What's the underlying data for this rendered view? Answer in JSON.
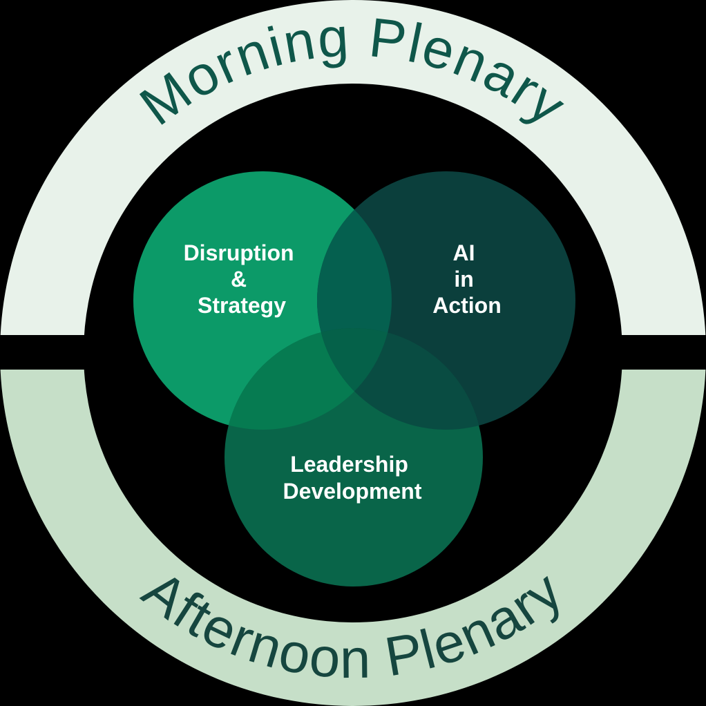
{
  "background_color": "#000000",
  "ring": {
    "top_arc": {
      "label": "Morning Plenary",
      "band_color": "#E8F2EA",
      "text_color": "#0F574A"
    },
    "bottom_arc": {
      "label": "Afternoon Plenary",
      "band_color": "#C6DFC8",
      "text_color": "#16463F"
    }
  },
  "venn": {
    "label_color": "#FFFFFF",
    "circles": [
      {
        "name": "disruption-strategy",
        "lines": [
          "Disruption",
          "&",
          "Strategy"
        ],
        "color": "#0C9A68"
      },
      {
        "name": "ai-in-action",
        "lines": [
          "AI",
          "in",
          "Action"
        ],
        "color": "#0B3F3C"
      },
      {
        "name": "leadership-development",
        "lines": [
          "Leadership",
          "Development"
        ],
        "color": "#096549"
      }
    ],
    "overlaps": {
      "disruption_ai": "#05604F",
      "disruption_leadership": "#067B51",
      "ai_leadership": "#094C42",
      "all_three": "#056149"
    }
  }
}
